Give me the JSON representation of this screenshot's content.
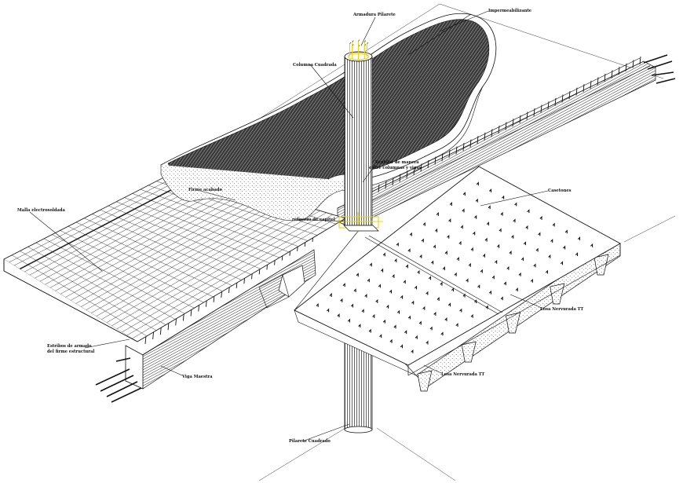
{
  "labels": {
    "armadura_pilar": "Armadura Pilarete",
    "impermeabilizante": "Impermeabilizante",
    "columna_cuadrada": "Columna Cuadrada",
    "ventilacion": "Ventilar de manera",
    "ventilacion2": "entre columnas y vigas",
    "piso_acabado": "Firme acabado",
    "malla_electrosoldada": "Malla electrosoldada",
    "refuerzo_capitel": "refuerzo de capitel",
    "casetones": "Casetones",
    "losa_tt_1": "Losa Nervurada TT",
    "losa_tt_2": "Losa Nervurada TT",
    "estribos_1": "Estribos de armado",
    "estribos_2": "del firme estructural",
    "viga_maestra": "Viga Maestra",
    "pilar_cuadrado": "Pilarete Cuadrado"
  },
  "colors": {
    "ink": "#111111",
    "hatch": "#2a2a2a",
    "rebar_highlight": "#e8d21a"
  },
  "icons": {
    "column": "cylinder-column",
    "rebar": "rebar-bars"
  }
}
